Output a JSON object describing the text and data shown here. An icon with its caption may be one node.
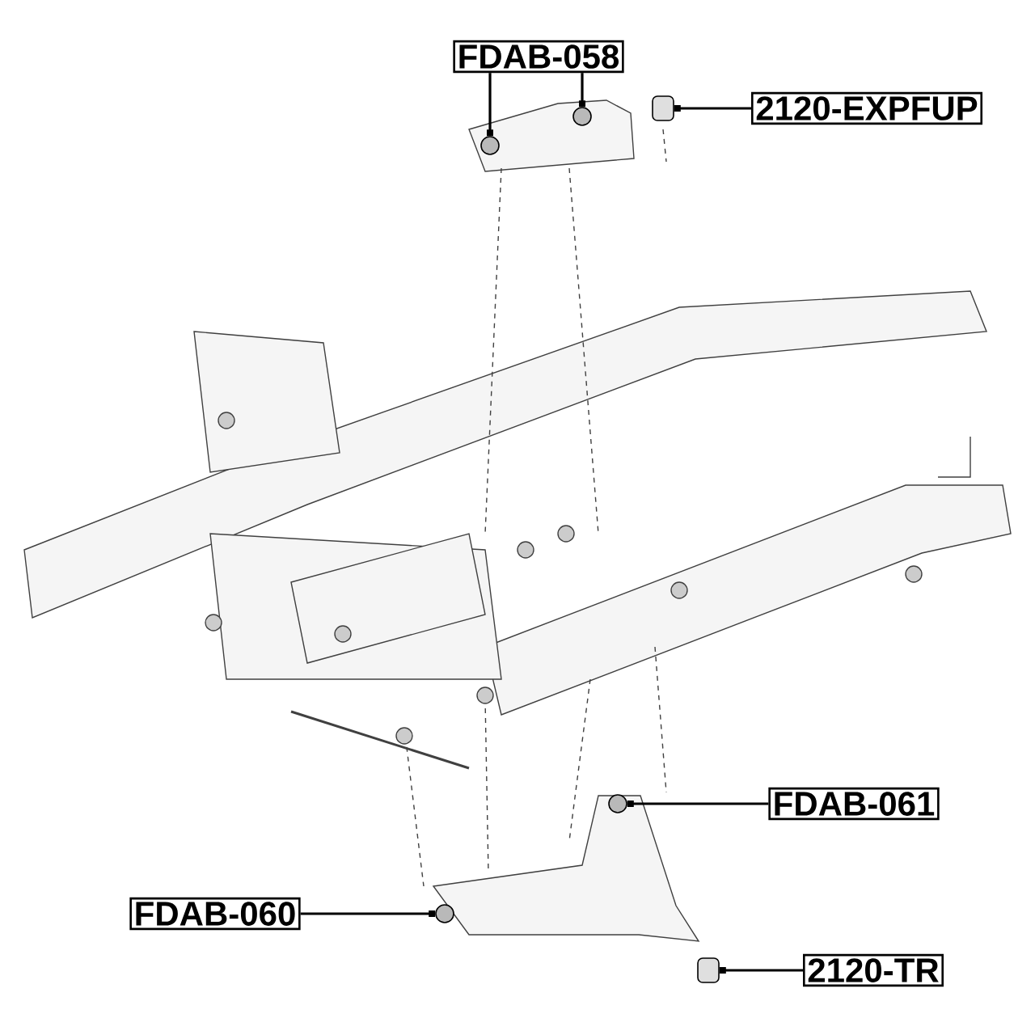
{
  "diagram": {
    "nodes": [
      {
        "text": [
          "FDAB-058"
        ]
      },
      {
        "text": [],
        "shape": "circle"
      },
      {
        "text": [],
        "shape": "circle"
      },
      {
        "text": [
          "2120-EXPFUP"
        ]
      },
      {
        "text": [],
        "shape": "box"
      },
      {
        "text": [
          "FDAB-061"
        ]
      },
      {
        "text": [],
        "shape": "circle"
      },
      {
        "text": [
          "FDAB-060"
        ]
      },
      {
        "text": [],
        "shape": "circle"
      },
      {
        "text": [
          "2120-TR"
        ]
      },
      {
        "text": [],
        "shape": "box"
      }
    ],
    "edges": [
      {
        "from": 0,
        "to": 1,
        "arrow": "other"
      },
      {
        "from": 0,
        "to": 2,
        "arrow": "other"
      },
      {
        "from": 3,
        "to": 4,
        "arrow": "other"
      },
      {
        "from": 5,
        "to": 6,
        "arrow": "other"
      },
      {
        "from": 7,
        "to": 8,
        "arrow": "other"
      },
      {
        "from": 9,
        "to": 10,
        "arrow": "other"
      }
    ]
  }
}
